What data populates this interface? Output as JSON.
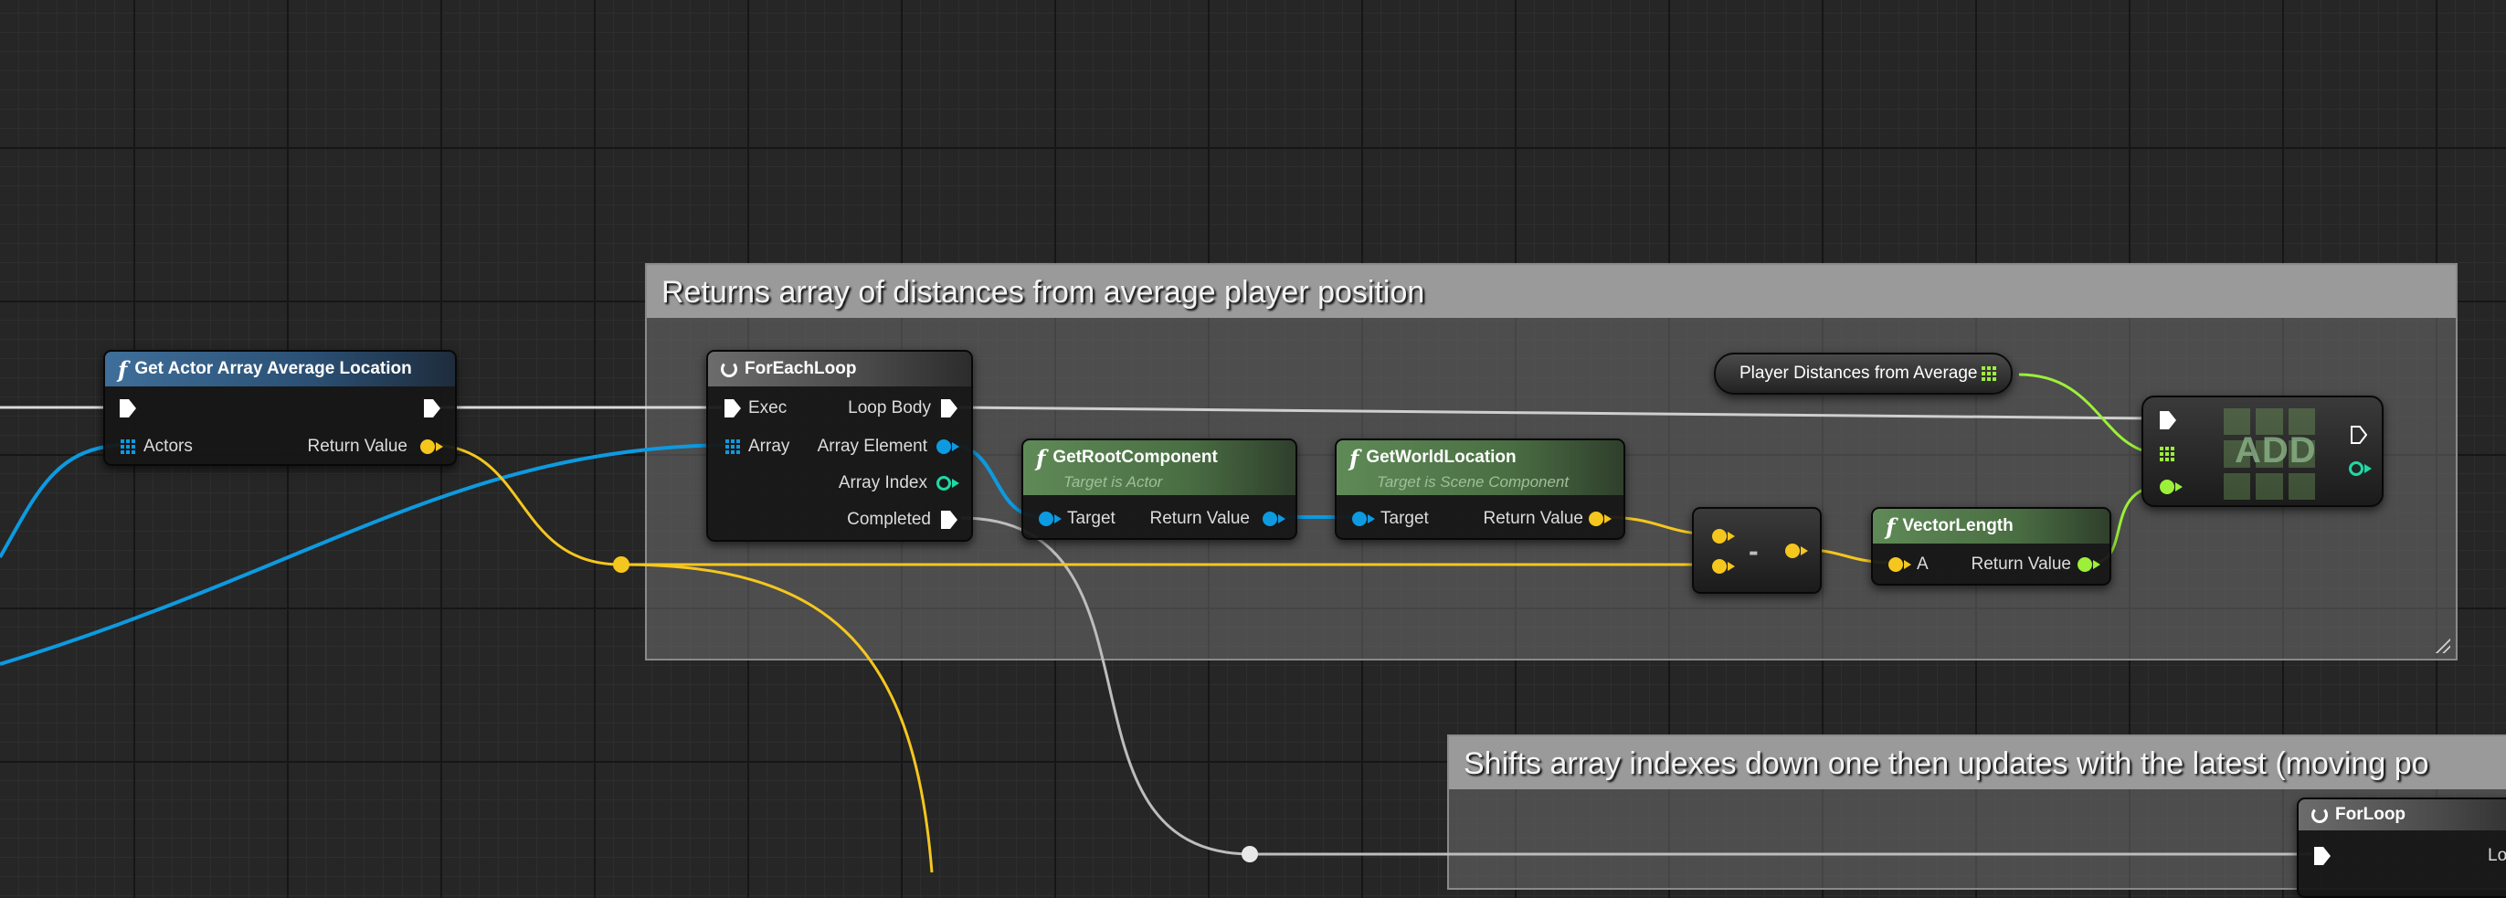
{
  "colors": {
    "exec_wire": "#d9d9d9",
    "object_pin": "#0d9ae0",
    "vector_pin": "#f5c71e",
    "float_pin": "#9cf03a",
    "int_pin": "#1ed9a6",
    "function_header": "#3f6f9a",
    "pure_function_header": "#5f8a57"
  },
  "comments": {
    "top": {
      "title": "Returns array of distances from average player position"
    },
    "bottom": {
      "title": "Shifts array indexes down one then updates with the latest (moving po"
    }
  },
  "nodes": {
    "get_actor_array_avg": {
      "title": "Get Actor Array Average Location",
      "icon": "function-icon",
      "pins": {
        "actors": "Actors",
        "return_value": "Return Value"
      }
    },
    "for_each_loop": {
      "title": "ForEachLoop",
      "icon": "loop-icon",
      "pins": {
        "exec": "Exec",
        "loop_body": "Loop Body",
        "array": "Array",
        "array_element": "Array Element",
        "array_index": "Array Index",
        "completed": "Completed"
      }
    },
    "get_root_component": {
      "title": "GetRootComponent",
      "subtitle": "Target is Actor",
      "icon": "function-icon",
      "pins": {
        "target": "Target",
        "return_value": "Return Value"
      }
    },
    "get_world_location": {
      "title": "GetWorldLocation",
      "subtitle": "Target is Scene Component",
      "icon": "function-icon",
      "pins": {
        "target": "Target",
        "return_value": "Return Value"
      }
    },
    "subtract": {
      "symbol": "-"
    },
    "vector_length": {
      "title": "VectorLength",
      "icon": "function-icon",
      "pins": {
        "a": "A",
        "return_value": "Return Value"
      }
    },
    "player_distances_var": {
      "label": "Player Distances from Average"
    },
    "add": {
      "label": "ADD"
    },
    "for_loop": {
      "title": "ForLoop",
      "pins": {
        "loop_body": "Lo"
      }
    }
  },
  "fx_symbol": "f"
}
